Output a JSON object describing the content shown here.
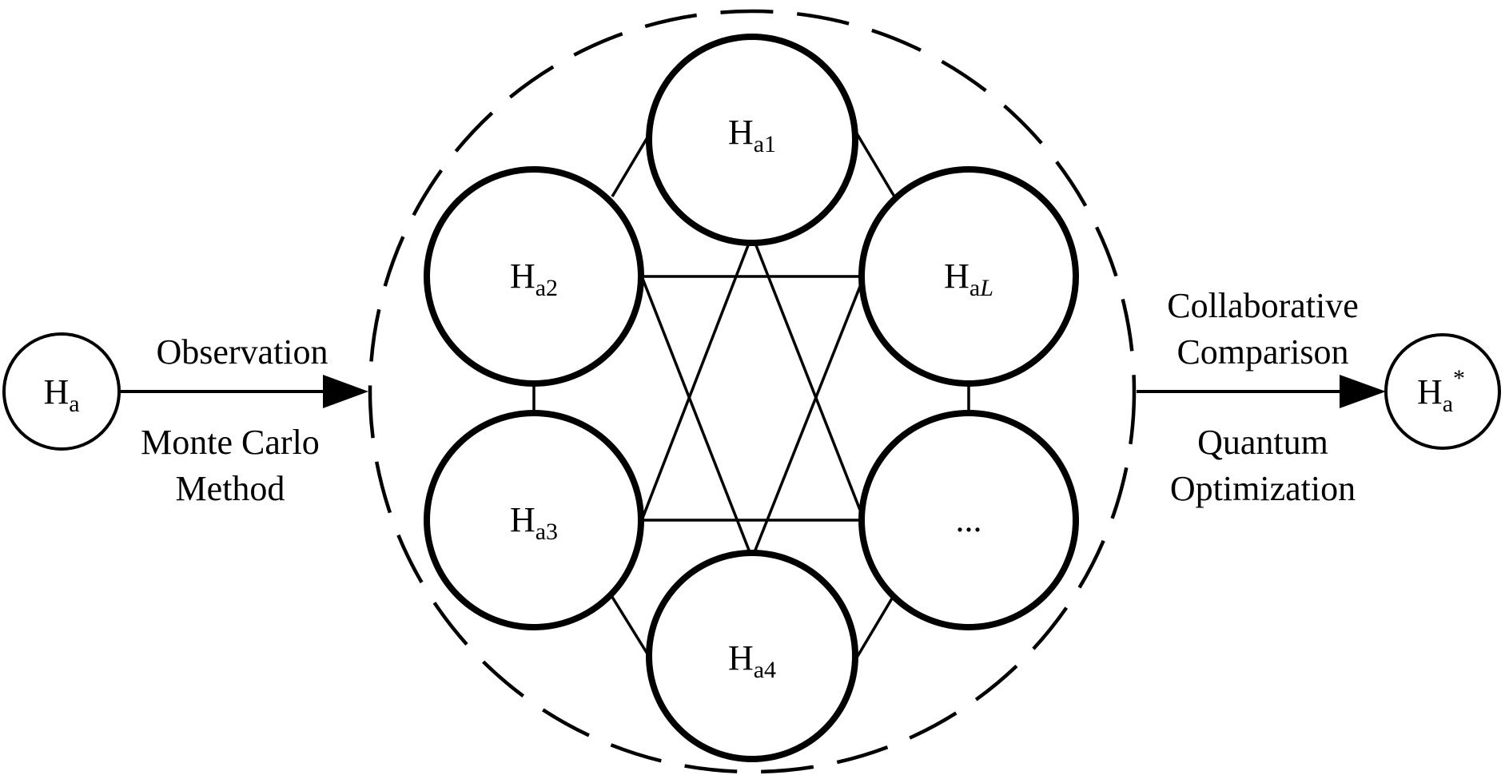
{
  "nodes": {
    "input": {
      "main": "H",
      "sub": "a"
    },
    "h1": {
      "main": "H",
      "sub": "a1"
    },
    "h2": {
      "main": "H",
      "sub": "a2"
    },
    "hL": {
      "main": "H",
      "sub": "a",
      "sub_italic": "L"
    },
    "h3": {
      "main": "H",
      "sub": "a3"
    },
    "h4": {
      "main": "H",
      "sub": "a4"
    },
    "hdots": {
      "label": "..."
    },
    "output": {
      "main": "H",
      "sub": "a",
      "sup": "*"
    }
  },
  "edges": {
    "left_top": "Observation",
    "left_bottom": [
      "Monte Carlo",
      "Method"
    ],
    "right_top": [
      "Collaborative",
      "Comparison"
    ],
    "right_bottom": [
      "Quantum",
      "Optimization"
    ]
  },
  "colors": {
    "stroke": "#000000",
    "background": "#ffffff"
  }
}
